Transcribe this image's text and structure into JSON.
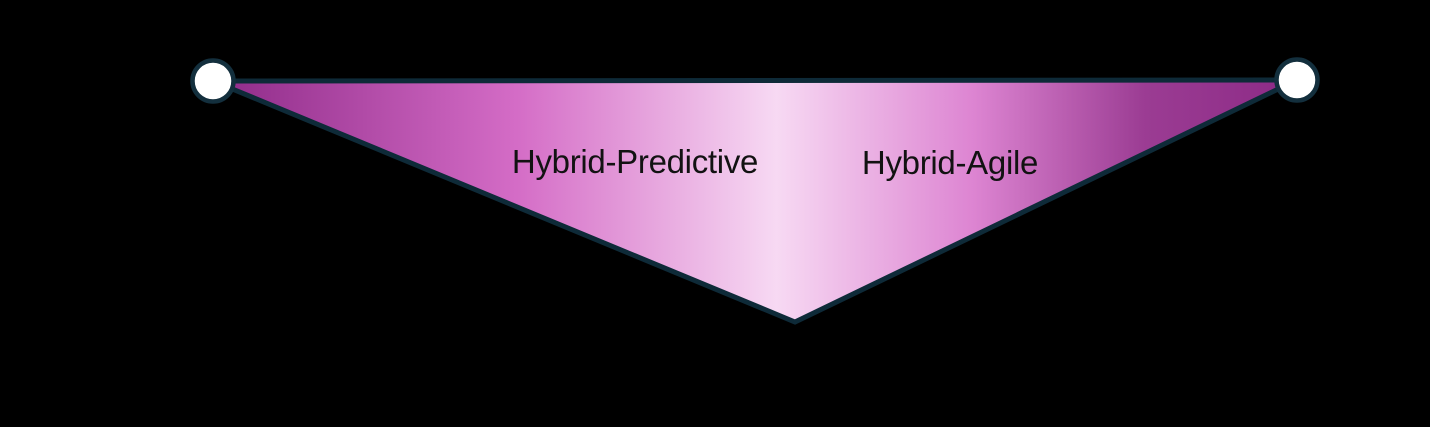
{
  "diagram": {
    "title_hint": "predictive-to-agile spectrum funnel",
    "labels": {
      "hybrid_predictive": "Hybrid-Predictive",
      "hybrid_agile": "Hybrid-Agile"
    },
    "colors": {
      "background": "#000000",
      "outline": "#0e2a38",
      "node_fill": "#ffffff",
      "node_stroke": "#132f3d",
      "label_text": "#121212",
      "gradient_left_edge": "#8e2a88",
      "gradient_mid_left": "#d46cc6",
      "gradient_center": "#f7d9f3",
      "gradient_mid_right": "#dd85d2",
      "gradient_right": "#9b3c93",
      "gradient_right_edge": "#8c2a86"
    }
  }
}
